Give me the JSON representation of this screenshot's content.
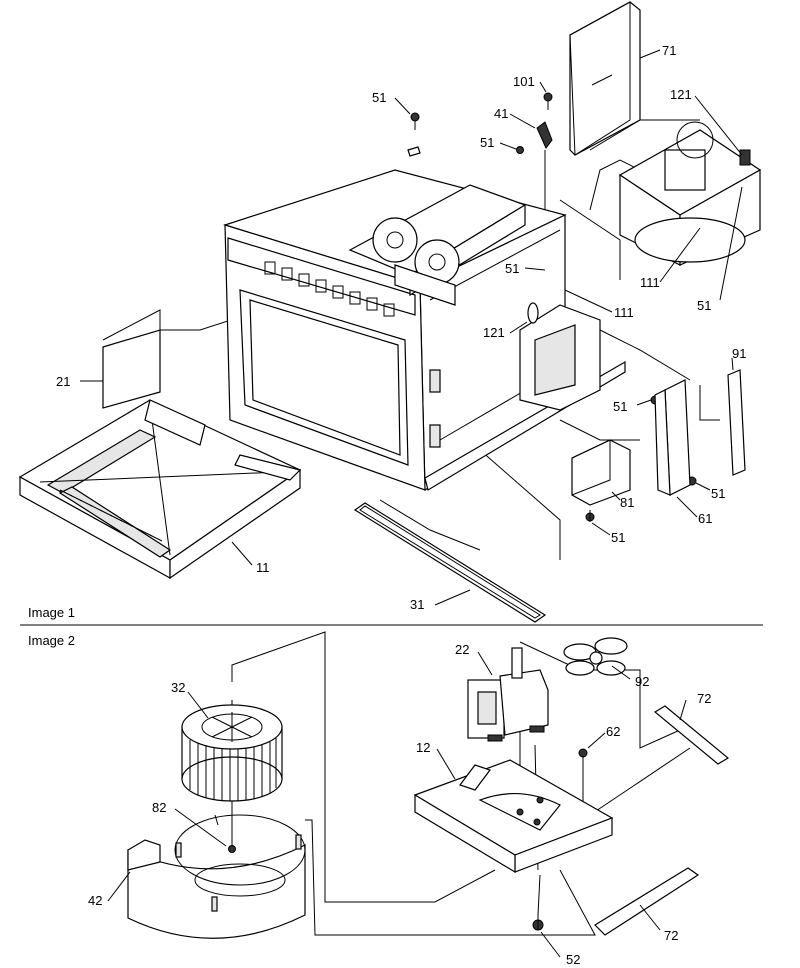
{
  "sections": {
    "image1": "Image 1",
    "image2": "Image 2"
  },
  "callouts": {
    "c11": "11",
    "c21": "21",
    "c31": "31",
    "c41": "41",
    "c51a": "51",
    "c51b": "51",
    "c51c": "51",
    "c51d": "51",
    "c51e": "51",
    "c51f": "51",
    "c51g": "51",
    "c61": "61",
    "c71": "71",
    "c81": "81",
    "c91": "91",
    "c101": "101",
    "c111a": "111",
    "c111b": "111",
    "c121a": "121",
    "c121b": "121",
    "c12": "12",
    "c22": "22",
    "c32": "32",
    "c42": "42",
    "c52": "52",
    "c62": "62",
    "c72a": "72",
    "c72b": "72",
    "c82": "82",
    "c92": "92"
  }
}
